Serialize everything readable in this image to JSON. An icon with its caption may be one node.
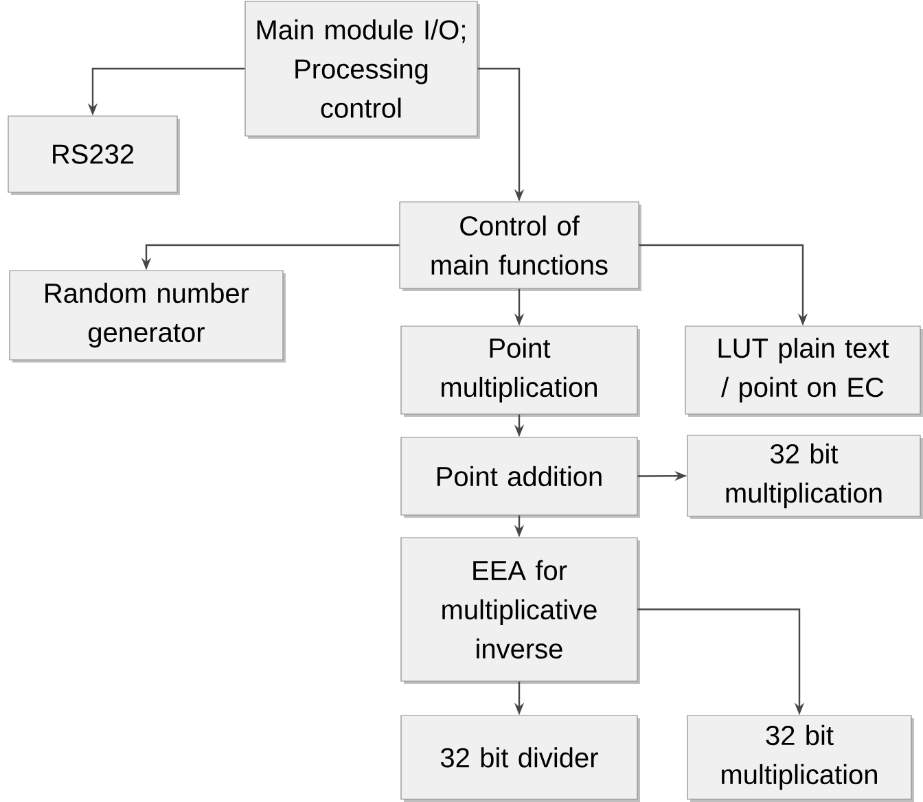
{
  "diagram": {
    "nodes": [
      {
        "text": [
          "Main module I/O; Processing control"
        ]
      },
      {
        "text": [
          "RS232"
        ]
      },
      {
        "text": [
          "Control of main functions"
        ]
      },
      {
        "text": [
          "Random number generator"
        ]
      },
      {
        "text": [
          "Point multiplication"
        ]
      },
      {
        "text": [
          "LUT plain text / point on EC"
        ]
      },
      {
        "text": [
          "Point addition"
        ]
      },
      {
        "text": [
          "32 bit multiplication"
        ]
      },
      {
        "text": [
          "EEA for multiplicative inverse"
        ]
      },
      {
        "text": [
          "32 bit divider"
        ]
      },
      {
        "text": [
          "32 bit multiplication"
        ]
      }
    ],
    "edges": [
      {
        "from": 0,
        "to": 1,
        "arrow": "to"
      },
      {
        "from": 0,
        "to": 2,
        "arrow": "to"
      },
      {
        "from": 2,
        "to": 3,
        "arrow": "to"
      },
      {
        "from": 2,
        "to": 5,
        "arrow": "to"
      },
      {
        "from": 2,
        "to": 4,
        "arrow": "to"
      },
      {
        "from": 4,
        "to": 6,
        "arrow": "to"
      },
      {
        "from": 6,
        "to": 7,
        "arrow": "to"
      },
      {
        "from": 6,
        "to": 8,
        "arrow": "to"
      },
      {
        "from": 8,
        "to": 9,
        "arrow": "to"
      },
      {
        "from": 8,
        "to": 10,
        "arrow": "to"
      }
    ]
  }
}
